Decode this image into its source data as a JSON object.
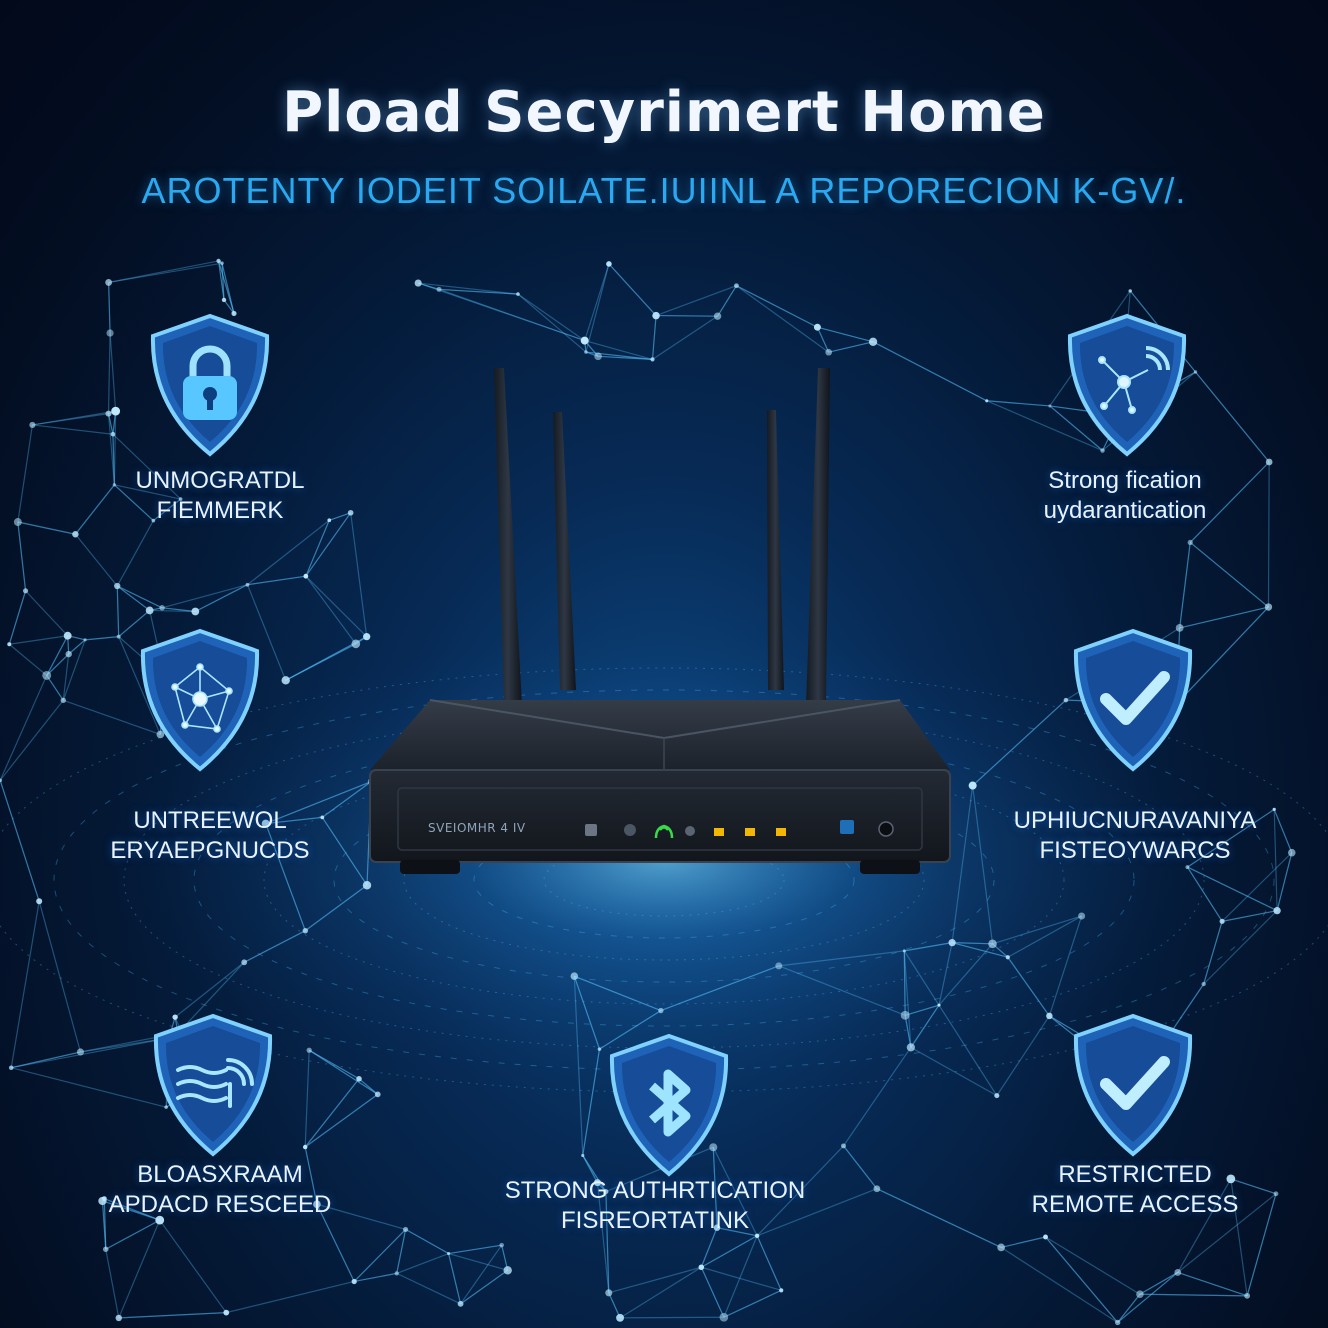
{
  "header": {
    "title": "Pload Secyrimert Home",
    "subtitle": "AROTENTY IODEIT SOILATE.IUIINL A REPORECION K-GV/."
  },
  "router": {
    "brand": "SVEIOMHR 4 IV",
    "led_color": "#3bd84a",
    "port_led_color": "#f2b705"
  },
  "features": [
    {
      "icon": "padlock-icon",
      "lines": [
        "UNMOGRATDL",
        "FIEMMERK"
      ]
    },
    {
      "icon": "network-wifi-icon",
      "lines": [
        "Strong fication",
        "uydarantication"
      ]
    },
    {
      "icon": "network-node-icon",
      "lines": [
        "UNTREEWOL",
        "ERYAEPGNUCDS"
      ]
    },
    {
      "icon": "checkmark-icon",
      "lines": [
        "UPHIUCNURAVANIYA",
        "FISTEOYWARCS"
      ]
    },
    {
      "icon": "fingerprint-icon",
      "lines": [
        "BLOASXRAAM",
        "APDACD RESCEED"
      ]
    },
    {
      "icon": "bluetooth-icon",
      "lines": [
        "STRONG AUTHRTICATION",
        "FISREORTATINK"
      ]
    },
    {
      "icon": "checkmark-icon",
      "lines": [
        "RESTRICTED",
        "REMOTE ACCESS"
      ]
    }
  ],
  "colors": {
    "accent": "#2aa8f0",
    "glow": "#6fd0ff",
    "shield_fill": "#1f63b8"
  }
}
